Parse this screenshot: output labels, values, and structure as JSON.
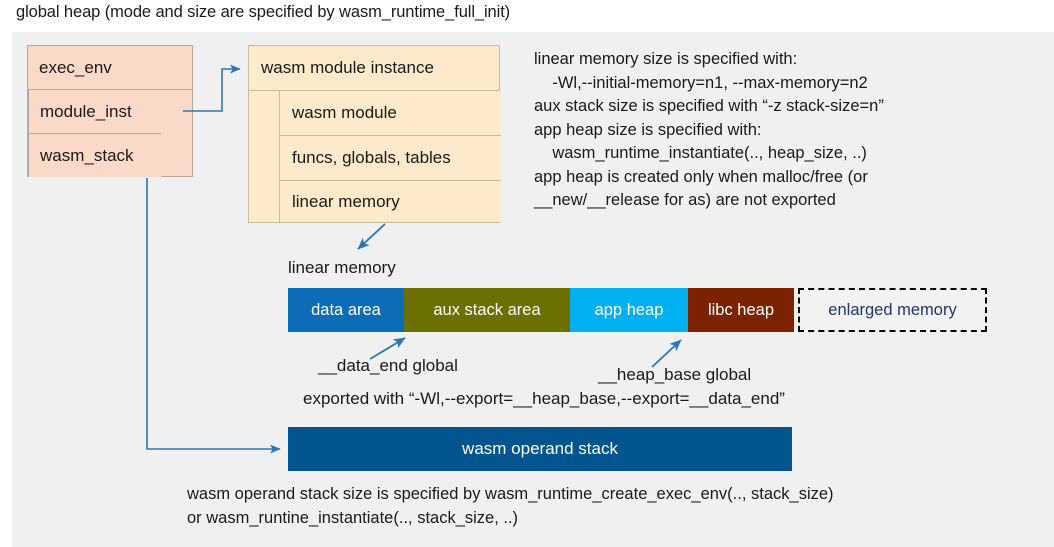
{
  "title": "global heap (mode and size are specified by wasm_runtime_full_init)",
  "colors": {
    "panel_bg": "#f0f0f0",
    "exec_env_fill": "#fbd9c9",
    "module_inst_fill": "#fceacb",
    "data_area": "#0c6cb8",
    "aux_stack_area": "#6b7000",
    "app_heap": "#00b0f0",
    "libc_heap": "#7d2200",
    "enlarged_memory_text": "#1f3864",
    "operand_stack": "#03558f",
    "connector": "#2e75b6"
  },
  "exec_env": {
    "title": "exec_env",
    "fields": [
      {
        "label": "module_inst"
      },
      {
        "label": "wasm_stack"
      }
    ]
  },
  "module_instance": {
    "title": "wasm module instance",
    "fields": [
      {
        "label": "wasm module"
      },
      {
        "label": "funcs, globals, tables"
      },
      {
        "label": "linear memory"
      }
    ]
  },
  "notes": {
    "text": "linear memory size is specified with:\n    -Wl,--initial-memory=n1, --max-memory=n2\naux stack size is specified with “-z stack-size=n”\napp heap size is specified with:\n    wasm_runtime_instantiate(.., heap_size, ..)\napp heap is created only when malloc/free (or\n__new/__release for as) are not exported"
  },
  "linear_memory": {
    "label": "linear memory",
    "segments": [
      {
        "label": "data area",
        "color": "#0c6cb8",
        "width": 116
      },
      {
        "label": "aux stack area",
        "color": "#6b7000",
        "width": 166
      },
      {
        "label": "app heap",
        "color": "#00b0f0",
        "width": 118
      },
      {
        "label": "libc heap",
        "color": "#7d2200",
        "width": 106
      },
      {
        "label": "enlarged memory",
        "color": "#f2f2f2",
        "width": 189
      }
    ],
    "annotations": {
      "data_end": "__data_end global",
      "heap_base": "__heap_base global",
      "exported": "exported with “-Wl,--export=__heap_base,--export=__data_end”"
    }
  },
  "operand_stack": {
    "label": "wasm operand stack",
    "note": "wasm operand stack size is specified by wasm_runtime_create_exec_env(.., stack_size)\nor wasm_runtine_instantiate(.., stack_size, ..)"
  }
}
